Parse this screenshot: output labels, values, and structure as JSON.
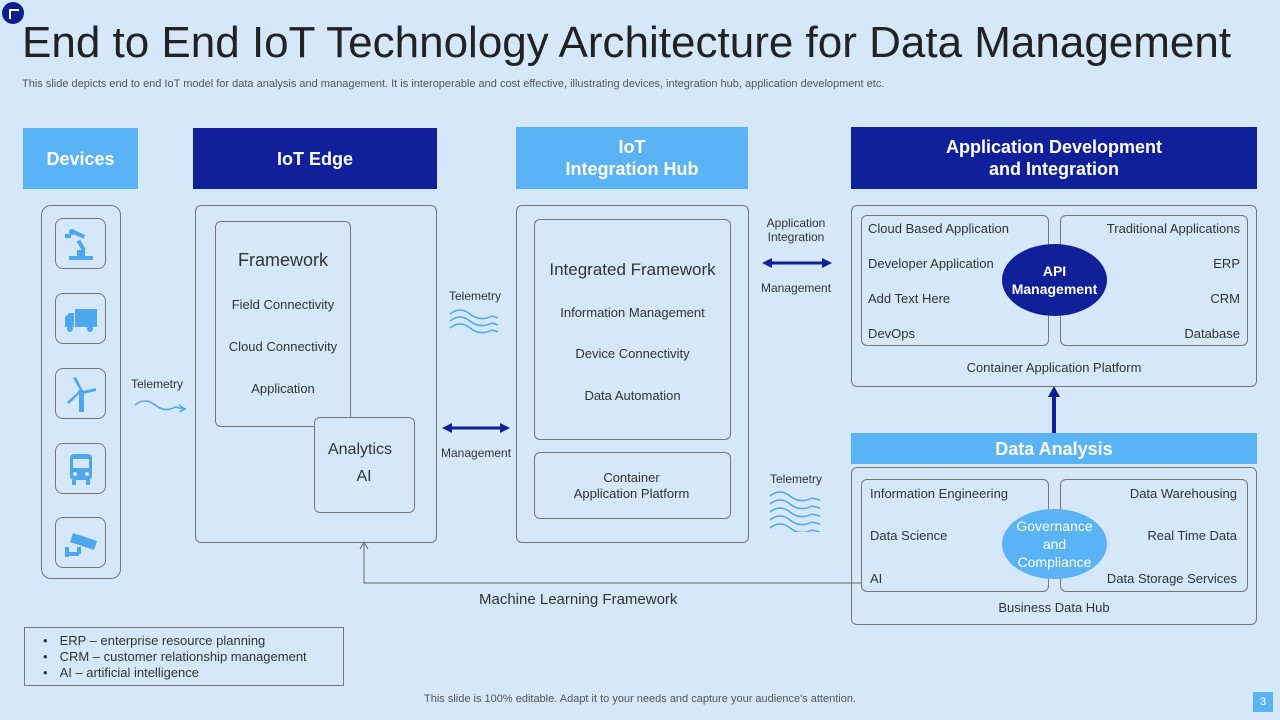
{
  "title": "End to End IoT Technology Architecture for Data Management",
  "subtitle": "This slide depicts end to end IoT model for data analysis and management. It is interoperable and cost effective, illustrating devices, integration hub, application development etc.",
  "headers": {
    "devices": "Devices",
    "iot_edge": "IoT Edge",
    "integration_hub_1": "IoT",
    "integration_hub_2": "Integration Hub",
    "app_dev_1": "Application Development",
    "app_dev_2": "and Integration",
    "data_analysis": "Data Analysis"
  },
  "devices": {
    "icons": [
      "robot-arm-icon",
      "truck-icon",
      "wind-turbine-icon",
      "bus-icon",
      "security-camera-icon"
    ]
  },
  "edge": {
    "framework_title": "Framework",
    "framework_items": [
      "Field Connectivity",
      "Cloud Connectivity",
      "Application"
    ],
    "analytics_1": "Analytics",
    "analytics_2": "AI"
  },
  "hub": {
    "framework_title": "Integrated Framework",
    "items": [
      "Information  Management",
      "Device  Connectivity",
      "Data Automation"
    ],
    "container_1": "Container",
    "container_2": "Application Platform"
  },
  "connectors": {
    "telemetry": "Telemetry",
    "management": "Management",
    "app_integration_1": "Application",
    "app_integration_2": "Integration",
    "ml_framework": "Machine Learning Framework"
  },
  "app_dev": {
    "left_items": [
      "Cloud Based Application",
      "Developer  Application",
      "Add Text Here",
      "DevOps"
    ],
    "right_items": [
      "Traditional  Applications",
      "ERP",
      "CRM",
      "Database"
    ],
    "api_1": "API",
    "api_2": "Management",
    "platform": "Container Application Platform"
  },
  "data_analysis": {
    "left_items": [
      "Information  Engineering",
      "Data  Science",
      "AI"
    ],
    "right_items": [
      "Data Warehousing",
      "Real Time Data",
      "Data Storage Services"
    ],
    "gov_1": "Governance",
    "gov_2": "and",
    "gov_3": "Compliance",
    "hub": "Business Data Hub"
  },
  "legend": [
    "ERP – enterprise  resource  planning",
    "CRM – customer relationship  management",
    "AI – artificial intelligence"
  ],
  "footer": "This slide is 100% editable.  Adapt it to your needs and capture your audience's attention.",
  "page_number": "3",
  "colors": {
    "background": "#d4e8fa",
    "light_header": "#5ab3f5",
    "dark_header": "#0f209a",
    "icon": "#4ea6ee"
  }
}
